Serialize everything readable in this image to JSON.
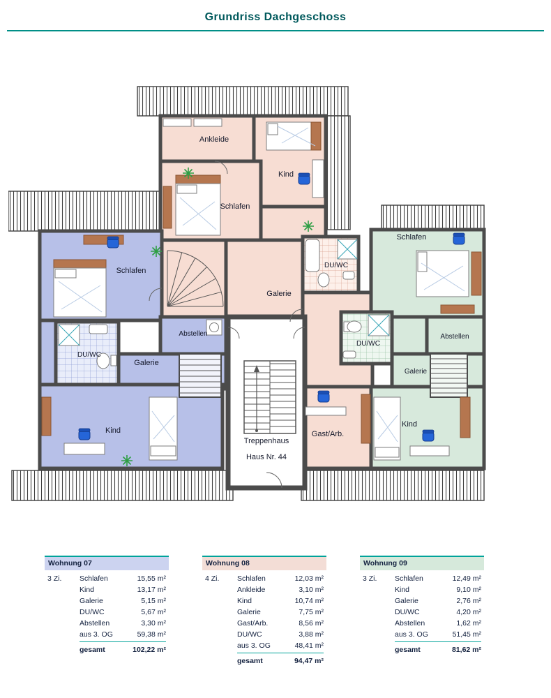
{
  "page": {
    "title": "Grundriss Dachgeschoss"
  },
  "colors": {
    "title_teal": "#00595c",
    "rule_teal": "#008f87",
    "apartment_blue": "#b7c0e8",
    "apartment_pink": "#f7ddd3",
    "apartment_green": "#d7e9dc",
    "wall_gray": "#4b4b4b",
    "furniture_brown": "#b5764f",
    "chair_blue": "#2565d8",
    "plant_green": "#2e9e44",
    "table_header_blue": "#ccd3f0",
    "table_header_pink": "#f3ddd6",
    "table_header_green": "#d6e9db"
  },
  "floorplan": {
    "labels": {
      "ankleide": "Ankleide",
      "kind_w08": "Kind",
      "schlafen_w08": "Schlafen",
      "duwc_w08": "DU/WC",
      "galerie_w08": "Galerie",
      "gast_w08": "Gast/Arb.",
      "schlafen_w07": "Schlafen",
      "abstellen_w07": "Abstellen",
      "duwc_w07": "DU/WC",
      "galerie_w07": "Galerie",
      "kind_w07": "Kind",
      "schlafen_w09": "Schlafen",
      "abstellen_w09": "Abstellen",
      "duwc_w09": "DU/WC",
      "galerie_w09": "Galerie",
      "kind_w09": "Kind",
      "treppenhaus_line1": "Treppenhaus",
      "treppenhaus_line2": "Haus Nr. 44"
    }
  },
  "tables": [
    {
      "title": "Wohnung 07",
      "zimmer": "3 Zi.",
      "rows": [
        {
          "room": "Schlafen",
          "area": "15,55 m²"
        },
        {
          "room": "Kind",
          "area": "13,17 m²"
        },
        {
          "room": "Galerie",
          "area": "5,15 m²"
        },
        {
          "room": "DU/WC",
          "area": "5,67 m²"
        },
        {
          "room": "Abstellen",
          "area": "3,30 m²"
        },
        {
          "room": "aus 3. OG",
          "area": "59,38 m²"
        }
      ],
      "total_label": "gesamt",
      "total_area": "102,22 m²"
    },
    {
      "title": "Wohnung 08",
      "zimmer": "4 Zi.",
      "rows": [
        {
          "room": "Schlafen",
          "area": "12,03 m²"
        },
        {
          "room": "Ankleide",
          "area": "3,10 m²"
        },
        {
          "room": "Kind",
          "area": "10,74 m²"
        },
        {
          "room": "Galerie",
          "area": "7,75 m²"
        },
        {
          "room": "Gast/Arb.",
          "area": "8,56 m²"
        },
        {
          "room": "DU/WC",
          "area": "3,88 m²"
        },
        {
          "room": "aus 3. OG",
          "area": "48,41 m²"
        }
      ],
      "total_label": "gesamt",
      "total_area": "94,47 m²"
    },
    {
      "title": "Wohnung 09",
      "zimmer": "3 Zi.",
      "rows": [
        {
          "room": "Schlafen",
          "area": "12,49 m²"
        },
        {
          "room": "Kind",
          "area": "9,10 m²"
        },
        {
          "room": "Galerie",
          "area": "2,76 m²"
        },
        {
          "room": "DU/WC",
          "area": "4,20 m²"
        },
        {
          "room": "Abstellen",
          "area": "1,62 m²"
        },
        {
          "room": "aus 3. OG",
          "area": "51,45 m²"
        }
      ],
      "total_label": "gesamt",
      "total_area": "81,62 m²"
    }
  ]
}
